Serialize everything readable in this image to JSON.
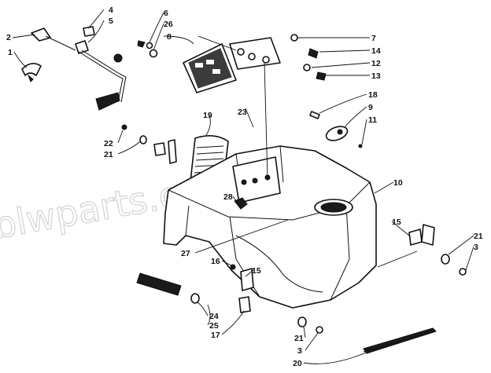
{
  "watermark": "blwparts.com",
  "callouts": [
    {
      "id": "c1",
      "text": "1"
    },
    {
      "id": "c2",
      "text": "2"
    },
    {
      "id": "c4",
      "text": "4"
    },
    {
      "id": "c5",
      "text": "5"
    },
    {
      "id": "c6",
      "text": "6"
    },
    {
      "id": "c26",
      "text": "26"
    },
    {
      "id": "c8",
      "text": "8"
    },
    {
      "id": "c7",
      "text": "7"
    },
    {
      "id": "c14",
      "text": "14"
    },
    {
      "id": "c12",
      "text": "12"
    },
    {
      "id": "c13",
      "text": "13"
    },
    {
      "id": "c18",
      "text": "18"
    },
    {
      "id": "c9",
      "text": "9"
    },
    {
      "id": "c11",
      "text": "11"
    },
    {
      "id": "c23",
      "text": "23"
    },
    {
      "id": "c19",
      "text": "19"
    },
    {
      "id": "c22",
      "text": "22"
    },
    {
      "id": "c21a",
      "text": "21"
    },
    {
      "id": "c10",
      "text": "10"
    },
    {
      "id": "c28",
      "text": "28"
    },
    {
      "id": "c15a",
      "text": "15"
    },
    {
      "id": "c21b",
      "text": "21"
    },
    {
      "id": "c3a",
      "text": "3"
    },
    {
      "id": "c27",
      "text": "27"
    },
    {
      "id": "c16",
      "text": "16"
    },
    {
      "id": "c15b",
      "text": "15"
    },
    {
      "id": "c24",
      "text": "24"
    },
    {
      "id": "c25",
      "text": "25"
    },
    {
      "id": "c17",
      "text": "17"
    },
    {
      "id": "c21c",
      "text": "21"
    },
    {
      "id": "c3b",
      "text": "3"
    },
    {
      "id": "c20",
      "text": "20"
    }
  ]
}
